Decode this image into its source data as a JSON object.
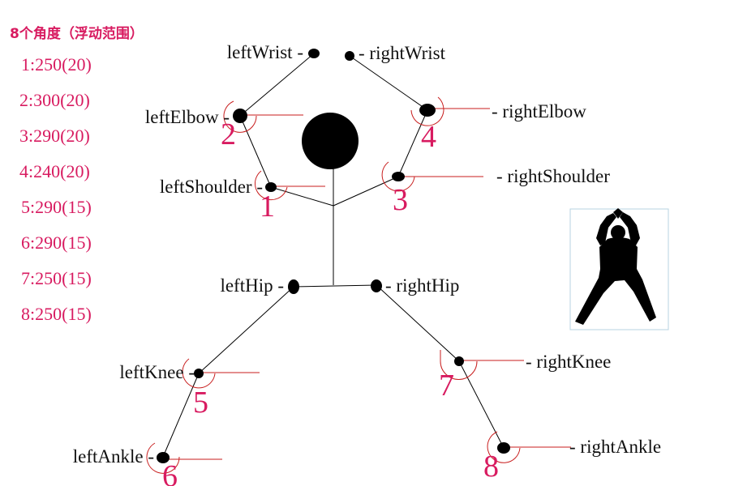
{
  "panel": {
    "title": "8个角度（浮动范围）",
    "items": [
      "1:250(20)",
      "2:300(20)",
      "3:290(20)",
      "4:240(20)",
      "5:290(15)",
      "6:290(15)",
      "7:250(15)",
      "8:250(15)"
    ]
  },
  "joints": {
    "left_wrist": "leftWrist -",
    "right_wrist": "- rightWrist",
    "left_elbow": "leftElbow -",
    "right_elbow": "- rightElbow",
    "left_shoulder": "leftShoulder -",
    "right_shoulder": "- rightShoulder",
    "left_hip": "leftHip -",
    "right_hip": "- rightHip",
    "left_knee": "leftKnee -",
    "right_knee": "- rightKnee",
    "left_ankle": "leftAnkle -",
    "right_ankle": "- rightAnkle"
  },
  "angle_markers": [
    "1",
    "2",
    "3",
    "4",
    "5",
    "6",
    "7",
    "8"
  ],
  "colors": {
    "accent": "#d81b60",
    "reference_line": "#c81e1e",
    "skeleton": "#000000",
    "label": "#111111"
  }
}
